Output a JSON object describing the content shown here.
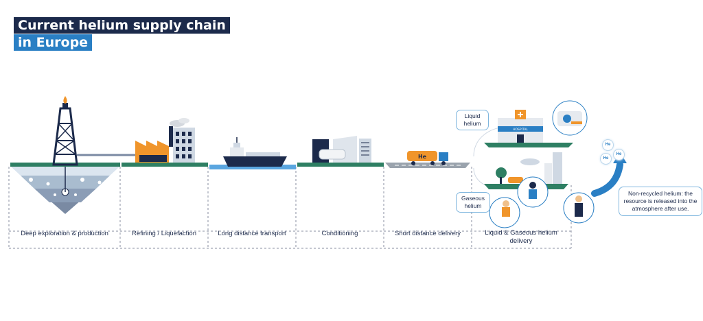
{
  "title": {
    "line1": "Current helium supply chain",
    "line2": "in Europe"
  },
  "stages": [
    {
      "label": "Deep exploration & production"
    },
    {
      "label": "Refining / Liquefaction"
    },
    {
      "label": "Long distance transport"
    },
    {
      "label": "Conditioning"
    },
    {
      "label": "Short distance delivery"
    },
    {
      "label": "Liquid & Gaseous helium delivery"
    }
  ],
  "callouts": {
    "liquid": "Liquid helium",
    "gaseous": "Gaseous helium",
    "non_recycled": "Non-recycled helium: the resource is released into the atmosphere after use."
  },
  "icons": {
    "hospital_sign": "HOSPITAL",
    "truck_tank": "He",
    "molecule": "He"
  },
  "colors": {
    "navy": "#1c2a4b",
    "blue": "#2a7fc4",
    "ground_green": "#2e7f63",
    "factory_orange": "#f0952b"
  }
}
